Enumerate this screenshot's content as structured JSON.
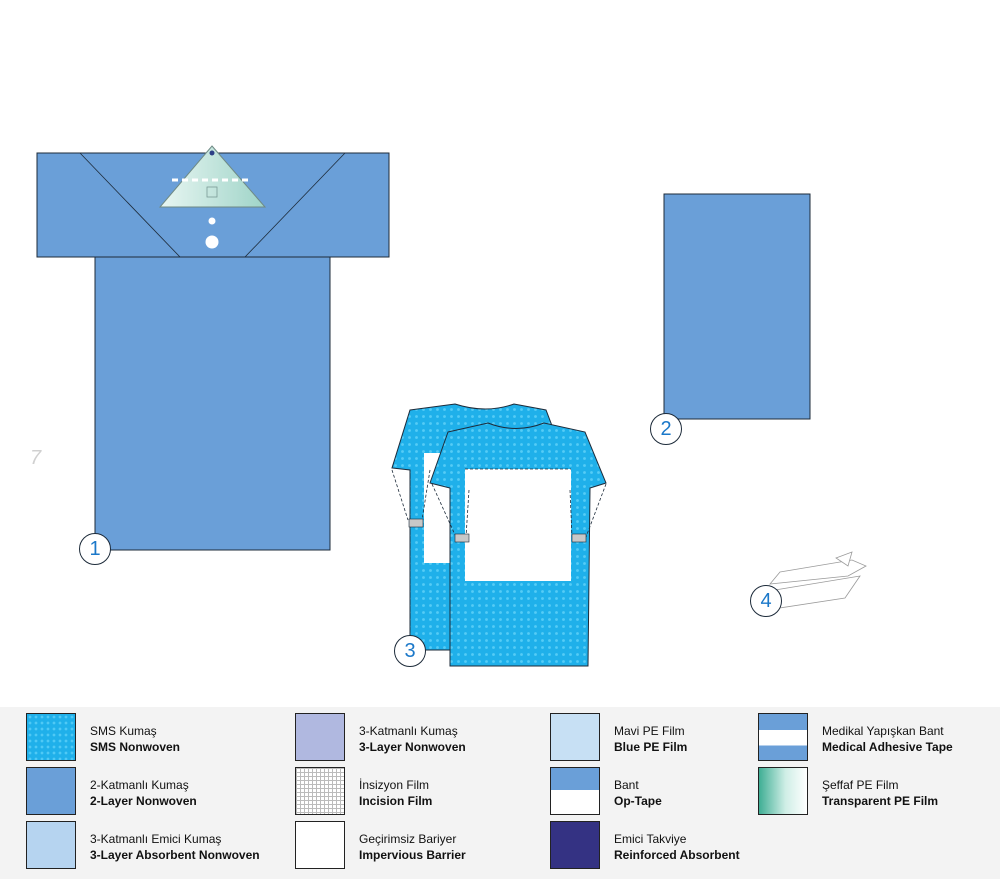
{
  "labels": {
    "l1": "1",
    "l2": "2",
    "l3": "3",
    "l4": "4"
  },
  "stray_mark": "7",
  "colors": {
    "two_layer": "#6a9fd8",
    "sms": "#1fb0ea",
    "blue_pe": "#c7e0f4",
    "three_layer": "#b0b8e0",
    "three_layer_absorbent": "#b6d4f0",
    "impervious": "#ffffff",
    "reinforced": "#343283",
    "outline": "#1d2b3a"
  },
  "legend": [
    {
      "tr": "SMS Kumaş",
      "en": "SMS Nonwoven",
      "swatch": "sms"
    },
    {
      "tr": "2-Katmanlı Kumaş",
      "en": "2-Layer Nonwoven",
      "swatch": "two_layer"
    },
    {
      "tr": "3-Katmanlı Emici Kumaş",
      "en": "3-Layer Absorbent Nonwoven",
      "swatch": "three_layer_absorbent"
    },
    {
      "tr": "3-Katmanlı Kumaş",
      "en": "3-Layer Nonwoven",
      "swatch": "three_layer"
    },
    {
      "tr": "İnsizyon Film",
      "en": "Incision Film",
      "swatch": "incision_grid"
    },
    {
      "tr": "Geçirimsiz Bariyer",
      "en": "Impervious Barrier",
      "swatch": "impervious"
    },
    {
      "tr": "Mavi PE Film",
      "en": "Blue PE Film",
      "swatch": "blue_pe"
    },
    {
      "tr": "Bant",
      "en": "Op-Tape",
      "swatch": "op_tape"
    },
    {
      "tr": "Emici Takviye",
      "en": "Reinforced Absorbent",
      "swatch": "reinforced"
    },
    {
      "tr": "Medikal Yapışkan Bant",
      "en": "Medical Adhesive Tape",
      "swatch": "adhesive_tape"
    },
    {
      "tr": "Şeffaf PE Film",
      "en": "Transparent PE Film",
      "swatch": "transparent_gradient"
    }
  ]
}
